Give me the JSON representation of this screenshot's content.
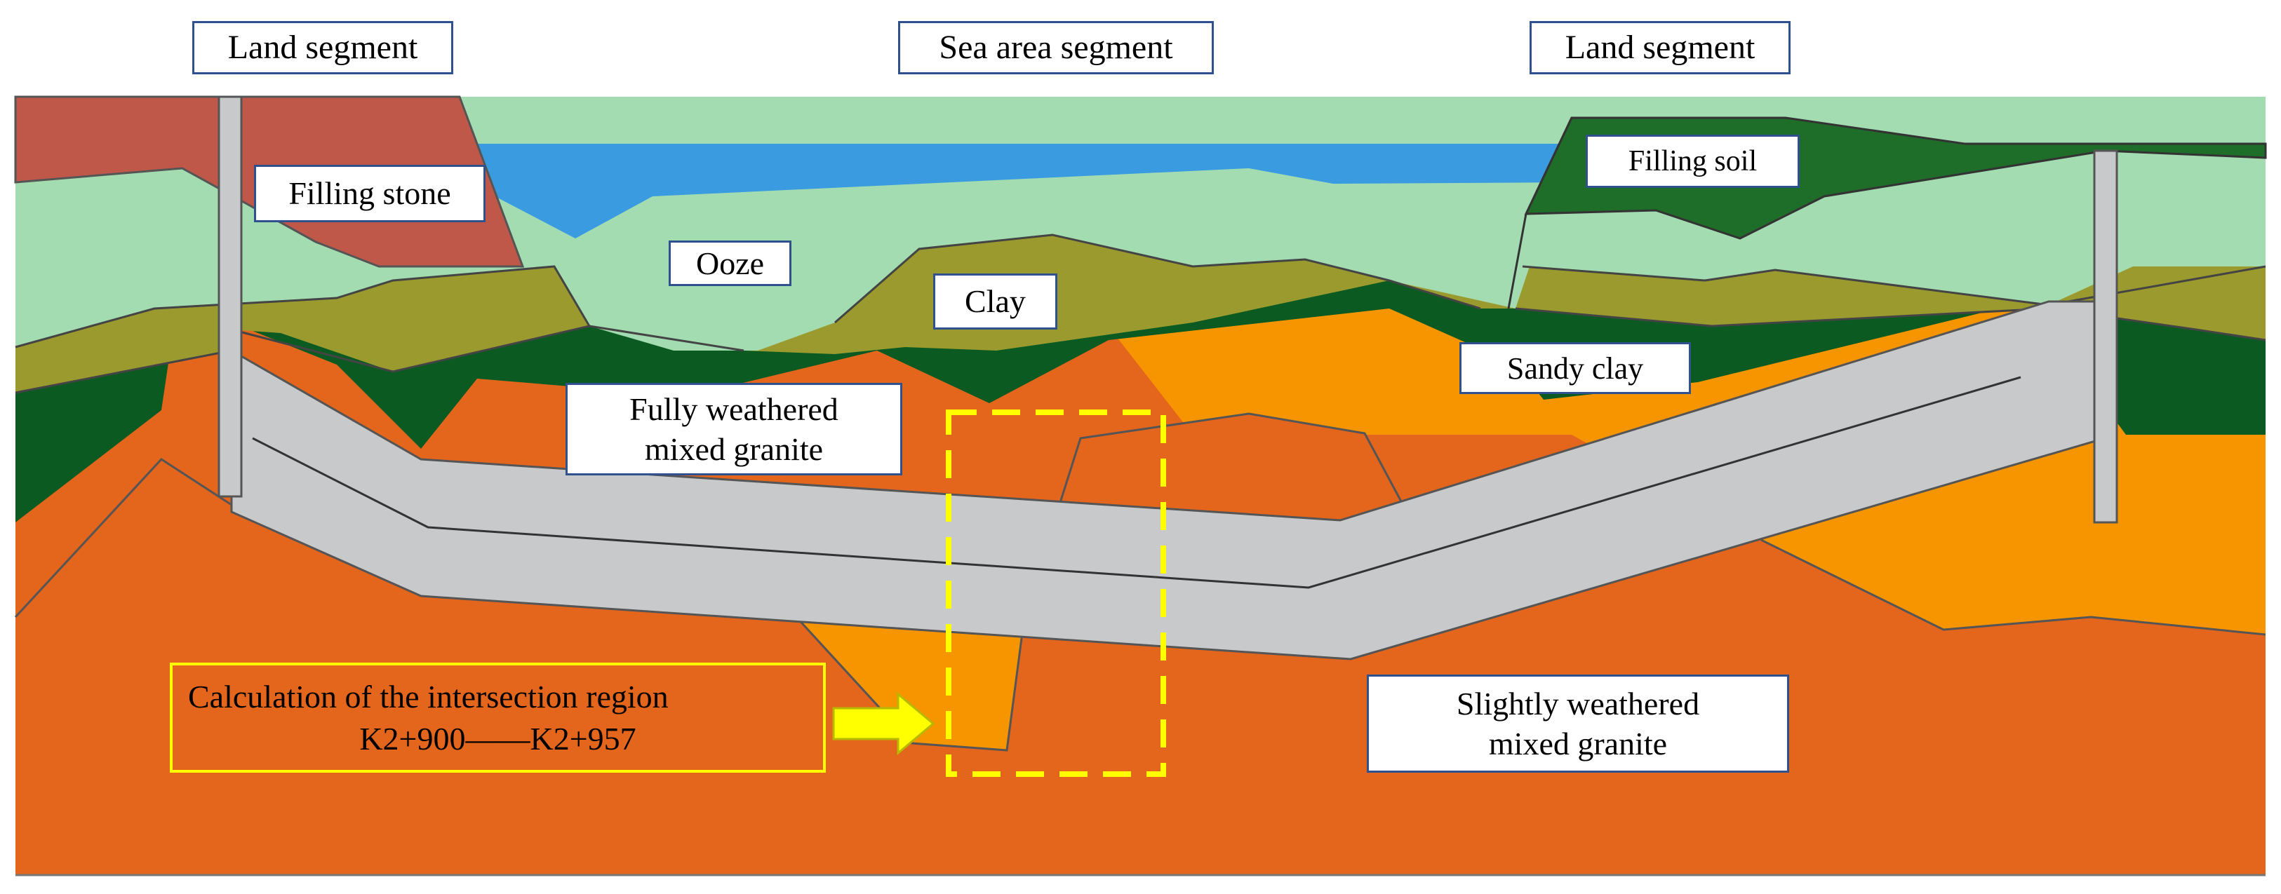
{
  "colors": {
    "background": "#ffffff",
    "filling_stone": "#c0584a",
    "sea": "#3a9be0",
    "ooze": "#a2dcb0",
    "olive_layer": "#9b9a2e",
    "dark_green_layer": "#0a5a22",
    "filling_soil": "#1e6e2a",
    "fully_weathered": "#f79500",
    "slightly_weathered": "#e4651c",
    "tunnel": "#c8c9cb",
    "label_border": "#2f528f",
    "highlight": "#ffff00"
  },
  "labels": {
    "land_left": "Land segment",
    "sea_area": "Sea area segment",
    "land_right": "Land segment",
    "filling_stone": "Filling stone",
    "filling_soil": "Filling soil",
    "ooze": "Ooze",
    "clay": "Clay",
    "sandy_clay": "Sandy clay",
    "fully_weathered_line1": "Fully weathered",
    "fully_weathered_line2": "mixed granite",
    "slightly_weathered_line1": "Slightly weathered",
    "slightly_weathered_line2": "mixed granite"
  },
  "calculation": {
    "line1": "Calculation of the intersection region",
    "line2": "K2+900——K2+957"
  },
  "icons": {
    "arrow": "right-arrow-icon"
  }
}
